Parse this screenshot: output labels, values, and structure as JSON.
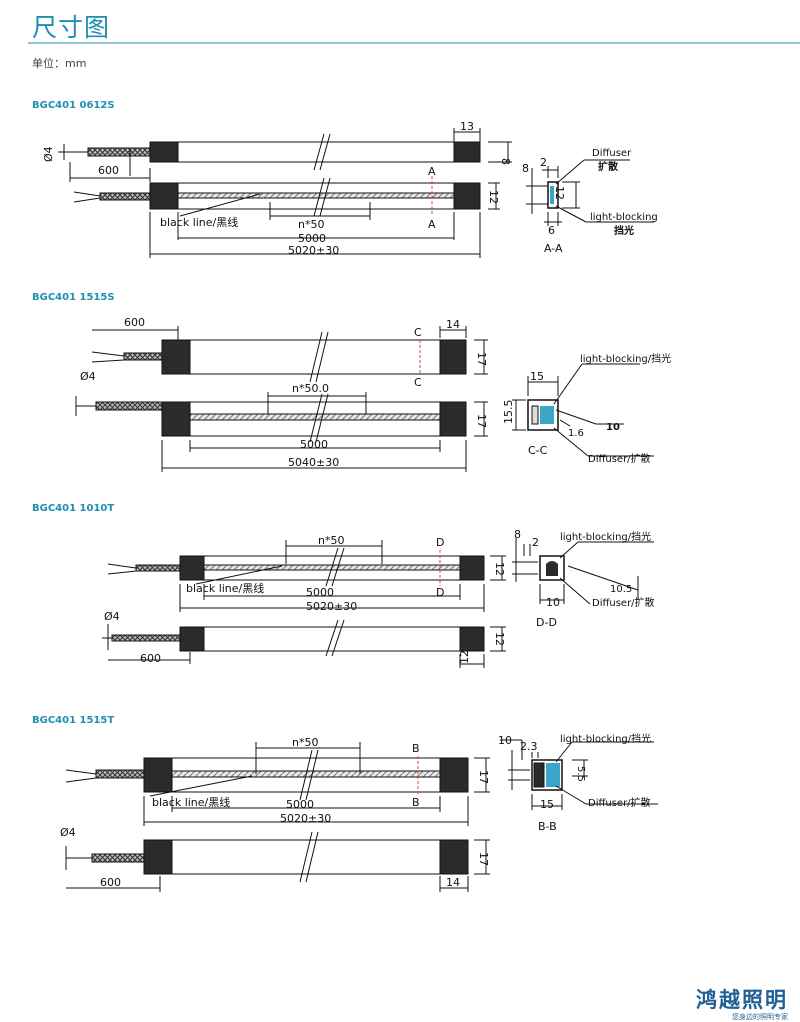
{
  "header": {
    "title": "尺寸图",
    "unit": "单位：mm"
  },
  "sections": [
    {
      "label": "BGC401  0612S"
    },
    {
      "label": "BGC401  1515S"
    },
    {
      "label": "BGC401  1010T"
    },
    {
      "label": "BGC401  1515T"
    }
  ],
  "labels": {
    "phi4": "Ø4",
    "l600": "600",
    "l5000": "5000",
    "n50": "n*50",
    "n50_0": "n*50.0",
    "l5020": "5020±30",
    "l5040": "5040±30",
    "black_line": "black line/黑线",
    "diffuser": "Diffuser",
    "diffuser_cn": "扩散",
    "diffuser_both": "Diffuser/扩散",
    "light_blocking": "light-blocking",
    "light_blocking_cn": "挡光",
    "light_blocking_both": "light-blocking/挡光",
    "d2": "2",
    "d3": "3",
    "d6": "6",
    "d8": "8",
    "d10": "10",
    "d12": "12",
    "d13": "13",
    "d14": "14",
    "d15": "15",
    "d16": "1.6",
    "d17": "17",
    "d23": "2.3",
    "d55": "5.5",
    "d105": "10.5",
    "d155": "15.5",
    "A": "A",
    "B": "B",
    "C": "C",
    "D": "D",
    "AA": "A-A",
    "BB": "B-B",
    "CC": "C-C",
    "DD": "D-D"
  },
  "brand": {
    "name": "鸿越照明",
    "slogan": "您身边的照明专家"
  },
  "colors": {
    "accent": "#1f8fb0",
    "brand": "#1f5f96",
    "cap": "#2b2b2b",
    "cut": "#d94a3a",
    "diffuser": "#3aa7c9"
  }
}
